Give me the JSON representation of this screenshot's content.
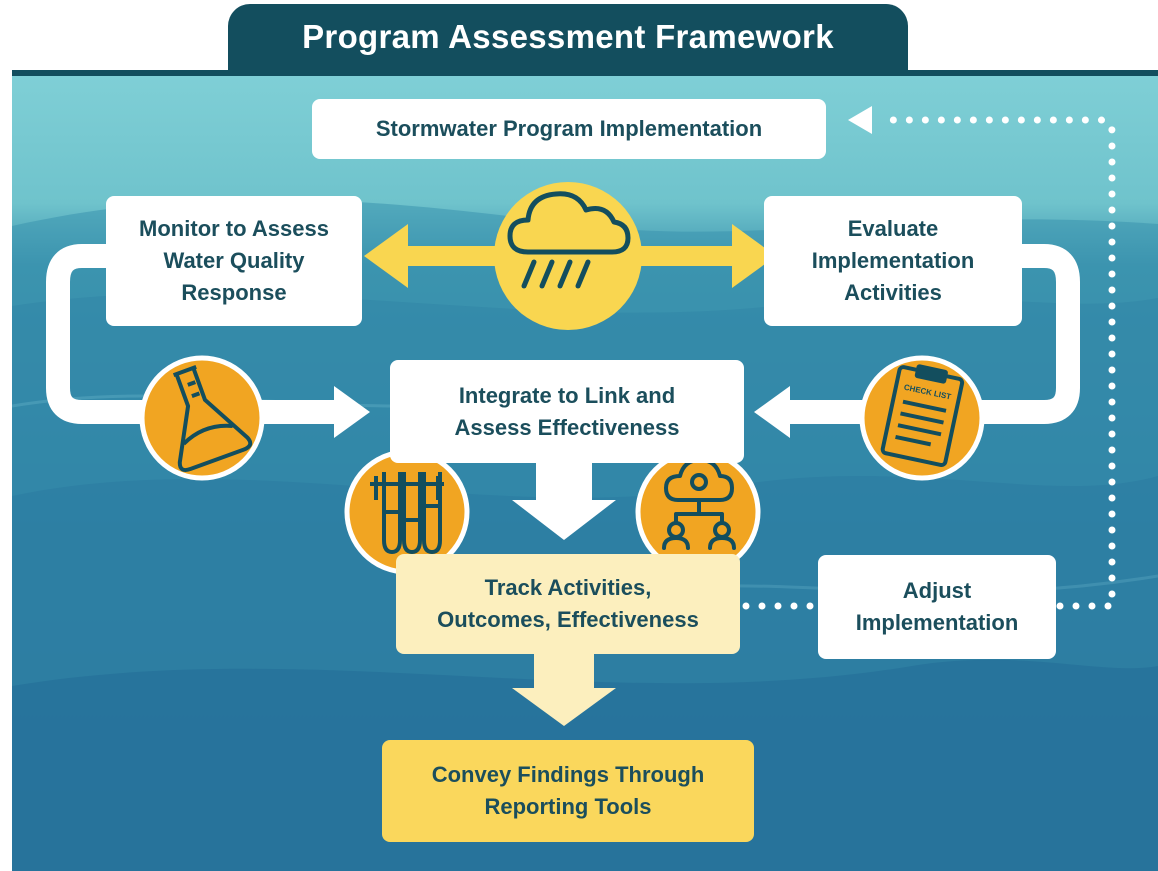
{
  "title": "Program Assessment Framework",
  "nodes": {
    "implementation": "Stormwater Program Implementation",
    "monitor": [
      "Monitor to Assess",
      "Water Quality",
      "Response"
    ],
    "evaluate": [
      "Evaluate",
      "Implementation",
      "Activities"
    ],
    "integrate": [
      "Integrate to Link and",
      "Assess Effectiveness"
    ],
    "track": [
      "Track Activities,",
      "Outcomes, Effectiveness"
    ],
    "adjust": [
      "Adjust",
      "Implementation"
    ],
    "convey": [
      "Convey Findings Through",
      "Reporting Tools"
    ]
  },
  "icons": {
    "center": "rain-cloud-icon",
    "monitor": "flask-icon",
    "evaluate": "checklist-clipboard-icon",
    "integrate_left": "test-tubes-icon",
    "integrate_right": "people-network-icon"
  },
  "clipboard_label": "CHECK LIST",
  "colors": {
    "title_bar": "#134e5e",
    "box_text": "#1b4e5c",
    "arrow_yellow": "#f9d650",
    "arrow_white": "#ffffff",
    "icon_orange": "#f1a522",
    "track_fill": "#fcefbe",
    "convey_fill": "#fad75c"
  }
}
